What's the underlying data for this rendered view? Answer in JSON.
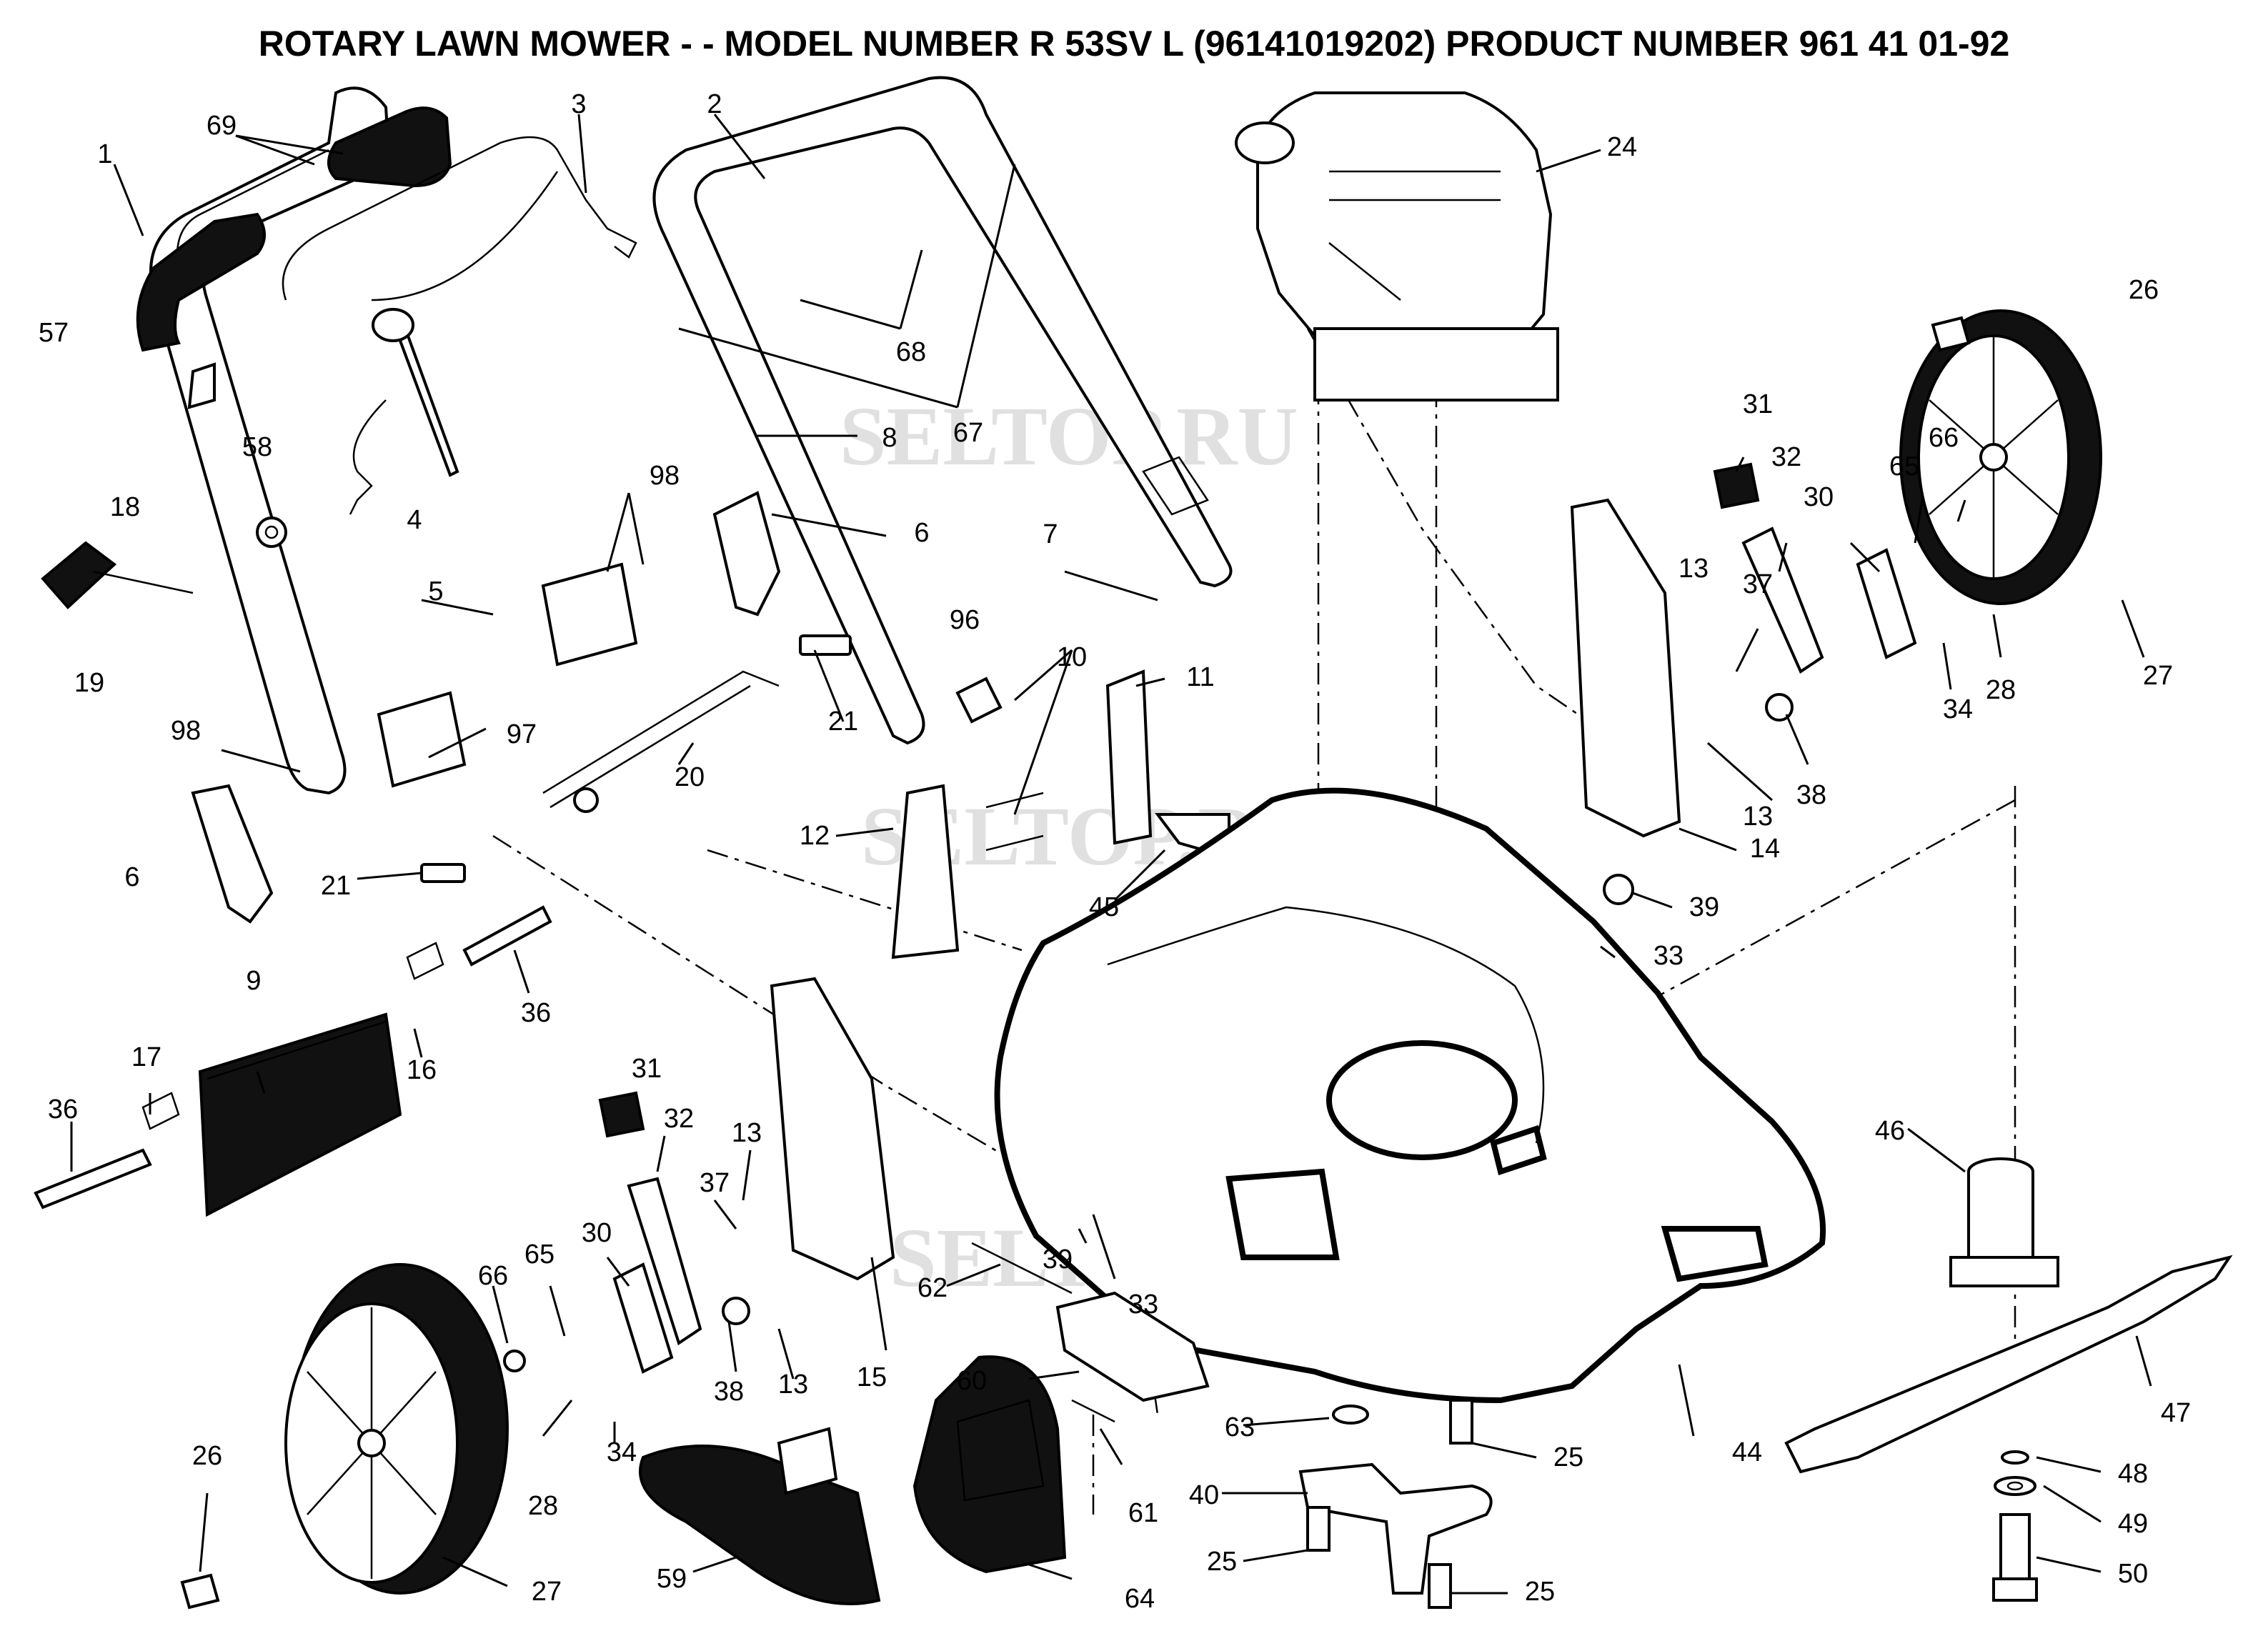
{
  "title": "ROTARY LAWN MOWER - - MODEL NUMBER  R 53SV L  (96141019202) PRODUCT NUMBER 961 41 01-92",
  "watermark": "SELTOP.RU",
  "callouts": [
    {
      "id": "c1",
      "label": "1"
    },
    {
      "id": "c2",
      "label": "2"
    },
    {
      "id": "c3",
      "label": "3"
    },
    {
      "id": "c4",
      "label": "4"
    },
    {
      "id": "c5",
      "label": "5"
    },
    {
      "id": "c6a",
      "label": "6"
    },
    {
      "id": "c6b",
      "label": "6"
    },
    {
      "id": "c7",
      "label": "7"
    },
    {
      "id": "c8",
      "label": "8"
    },
    {
      "id": "c9",
      "label": "9"
    },
    {
      "id": "c10",
      "label": "10"
    },
    {
      "id": "c11",
      "label": "11"
    },
    {
      "id": "c12",
      "label": "12"
    },
    {
      "id": "c13a",
      "label": "13"
    },
    {
      "id": "c13b",
      "label": "13"
    },
    {
      "id": "c13c",
      "label": "13"
    },
    {
      "id": "c13d",
      "label": "13"
    },
    {
      "id": "c14",
      "label": "14"
    },
    {
      "id": "c15",
      "label": "15"
    },
    {
      "id": "c16",
      "label": "16"
    },
    {
      "id": "c17",
      "label": "17"
    },
    {
      "id": "c18",
      "label": "18"
    },
    {
      "id": "c19",
      "label": "19"
    },
    {
      "id": "c20",
      "label": "20"
    },
    {
      "id": "c21a",
      "label": "21"
    },
    {
      "id": "c21b",
      "label": "21"
    },
    {
      "id": "c24",
      "label": "24"
    },
    {
      "id": "c25a",
      "label": "25"
    },
    {
      "id": "c25b",
      "label": "25"
    },
    {
      "id": "c25c",
      "label": "25"
    },
    {
      "id": "c26a",
      "label": "26"
    },
    {
      "id": "c26b",
      "label": "26"
    },
    {
      "id": "c27a",
      "label": "27"
    },
    {
      "id": "c27b",
      "label": "27"
    },
    {
      "id": "c28a",
      "label": "28"
    },
    {
      "id": "c28b",
      "label": "28"
    },
    {
      "id": "c30a",
      "label": "30"
    },
    {
      "id": "c30b",
      "label": "30"
    },
    {
      "id": "c31a",
      "label": "31"
    },
    {
      "id": "c31b",
      "label": "31"
    },
    {
      "id": "c32a",
      "label": "32"
    },
    {
      "id": "c32b",
      "label": "32"
    },
    {
      "id": "c33a",
      "label": "33"
    },
    {
      "id": "c33b",
      "label": "33"
    },
    {
      "id": "c34a",
      "label": "34"
    },
    {
      "id": "c34b",
      "label": "34"
    },
    {
      "id": "c36a",
      "label": "36"
    },
    {
      "id": "c36b",
      "label": "36"
    },
    {
      "id": "c37a",
      "label": "37"
    },
    {
      "id": "c37b",
      "label": "37"
    },
    {
      "id": "c38a",
      "label": "38"
    },
    {
      "id": "c38b",
      "label": "38"
    },
    {
      "id": "c39a",
      "label": "39"
    },
    {
      "id": "c39b",
      "label": "39"
    },
    {
      "id": "c40",
      "label": "40"
    },
    {
      "id": "c44",
      "label": "44"
    },
    {
      "id": "c45",
      "label": "45"
    },
    {
      "id": "c46",
      "label": "46"
    },
    {
      "id": "c47",
      "label": "47"
    },
    {
      "id": "c48",
      "label": "48"
    },
    {
      "id": "c49",
      "label": "49"
    },
    {
      "id": "c50",
      "label": "50"
    },
    {
      "id": "c57",
      "label": "57"
    },
    {
      "id": "c58",
      "label": "58"
    },
    {
      "id": "c59",
      "label": "59"
    },
    {
      "id": "c60",
      "label": "60"
    },
    {
      "id": "c61",
      "label": "61"
    },
    {
      "id": "c62",
      "label": "62"
    },
    {
      "id": "c63",
      "label": "63"
    },
    {
      "id": "c64",
      "label": "64"
    },
    {
      "id": "c65a",
      "label": "65"
    },
    {
      "id": "c65b",
      "label": "65"
    },
    {
      "id": "c66a",
      "label": "66"
    },
    {
      "id": "c66b",
      "label": "66"
    },
    {
      "id": "c67",
      "label": "67"
    },
    {
      "id": "c68",
      "label": "68"
    },
    {
      "id": "c69",
      "label": "69"
    },
    {
      "id": "c96",
      "label": "96"
    },
    {
      "id": "c97",
      "label": "97"
    },
    {
      "id": "c98a",
      "label": "98"
    },
    {
      "id": "c98b",
      "label": "98"
    }
  ]
}
